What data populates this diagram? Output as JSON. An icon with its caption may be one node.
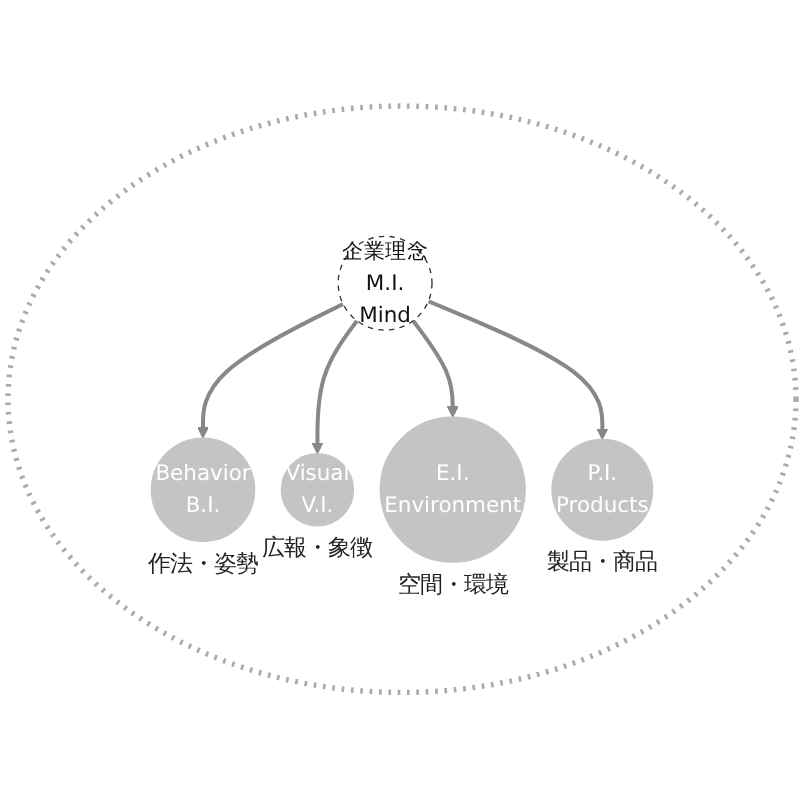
{
  "diagram": {
    "nodes": [
      {
        "text": [],
        "shape": "circle"
      },
      {
        "text": [
          "Behavior",
          "B.I."
        ],
        "beside": [
          "作法・姿勢"
        ],
        "in": 0
      },
      {
        "text": [
          "Visual",
          "V.I."
        ],
        "beside": [
          "広報・象徴"
        ],
        "in": 0
      },
      {
        "text": [
          "企業理念",
          "M.I.",
          "Mind"
        ],
        "in": 0
      },
      {
        "text": [
          "E.I.",
          "Environment"
        ],
        "beside": [
          "空間・環境"
        ],
        "in": 0
      },
      {
        "text": [
          "P.I.",
          "Products"
        ],
        "beside": [
          "製品・商品"
        ],
        "in": 0
      }
    ],
    "edges": [
      {
        "from": 3,
        "to": 1,
        "arrow": "to"
      },
      {
        "from": 3,
        "to": 2,
        "arrow": "to"
      },
      {
        "from": 3,
        "to": 4,
        "arrow": "to"
      },
      {
        "from": 3,
        "to": 5,
        "arrow": "to"
      }
    ]
  }
}
